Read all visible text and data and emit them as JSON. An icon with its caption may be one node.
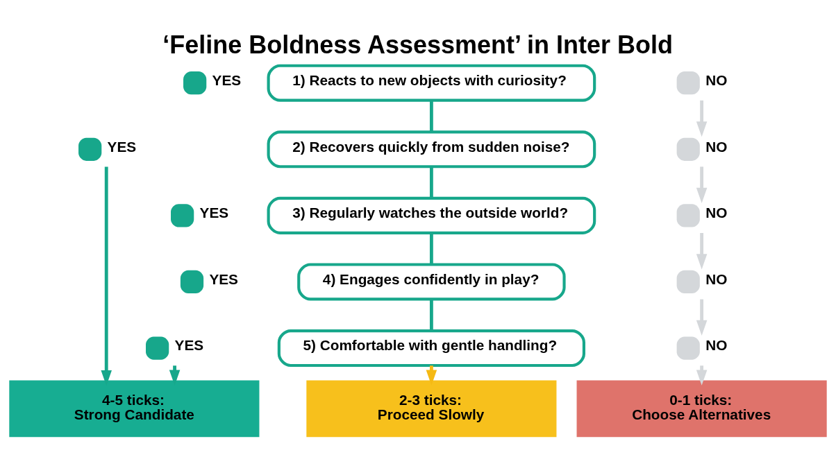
{
  "diagram": {
    "title": "‘Feline Boldness Assessment’ in Inter Bold",
    "nodes": [
      {
        "text": [
          "1) Reacts to new objects with curiosity?"
        ]
      },
      {
        "text": [
          "YES"
        ]
      },
      {
        "text": [
          "NO"
        ]
      },
      {
        "text": [
          "2) Recovers quickly from sudden noise?"
        ]
      },
      {
        "text": [
          "YES"
        ]
      },
      {
        "text": [
          "NO"
        ]
      },
      {
        "text": [
          "3) Regularly watches the outside world?"
        ]
      },
      {
        "text": [
          "YES"
        ]
      },
      {
        "text": [
          "NO"
        ]
      },
      {
        "text": [
          "4) Engages confidently in play?"
        ]
      },
      {
        "text": [
          "YES"
        ]
      },
      {
        "text": [
          "NO"
        ]
      },
      {
        "text": [
          "5) Comfortable with gentle handling?"
        ]
      },
      {
        "text": [
          "YES"
        ]
      },
      {
        "text": [
          "NO"
        ]
      },
      {
        "text": [
          "4-5 ticks:",
          "Strong Candidate"
        ]
      },
      {
        "text": [
          "2-3 ticks:",
          "Proceed Slowly"
        ]
      },
      {
        "text": [
          "0-1 ticks:",
          "Choose Alternatives"
        ]
      }
    ],
    "edges": [
      {
        "from": 0,
        "to": 3,
        "arrow": "none"
      },
      {
        "from": 3,
        "to": 6,
        "arrow": "none"
      },
      {
        "from": 6,
        "to": 9,
        "arrow": "none"
      },
      {
        "from": 9,
        "to": 12,
        "arrow": "none"
      },
      {
        "from": 12,
        "to": 16,
        "arrow": "to",
        "color": "#f5b914"
      },
      {
        "from": 4,
        "to": 15,
        "arrow": "to"
      },
      {
        "from": 13,
        "to": 15,
        "arrow": "to"
      },
      {
        "from": 2,
        "to": 5,
        "arrow": "to",
        "color": "#d4d7da"
      },
      {
        "from": 5,
        "to": 8,
        "arrow": "to",
        "color": "#d4d7da"
      },
      {
        "from": 8,
        "to": 11,
        "arrow": "to",
        "color": "#d4d7da"
      },
      {
        "from": 11,
        "to": 14,
        "arrow": "to",
        "color": "#d4d7da"
      },
      {
        "from": 14,
        "to": 17,
        "arrow": "to",
        "color": "#d4d7da"
      }
    ]
  }
}
